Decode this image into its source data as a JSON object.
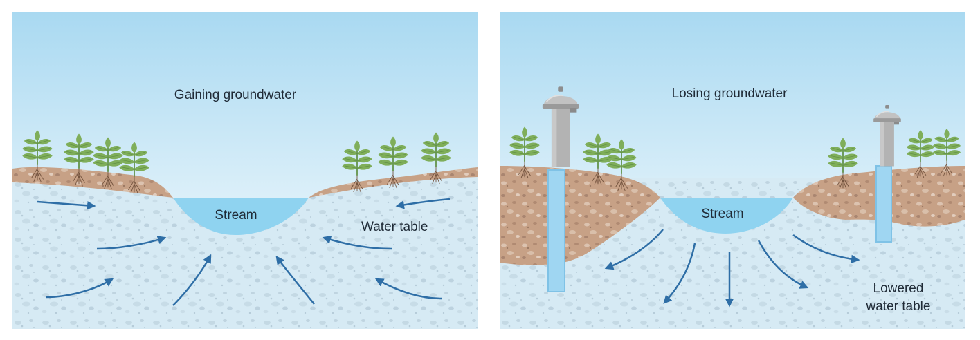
{
  "panels": [
    {
      "title": "Gaining groundwater",
      "stream_label": "Stream",
      "water_table_label": "Water table"
    },
    {
      "title": "Losing groundwater",
      "stream_label": "Stream",
      "water_table_label_line1": "Lowered",
      "water_table_label_line2": "water table"
    }
  ],
  "colors": {
    "sky_top": "#a9d9f1",
    "sky_bottom": "#ffffff",
    "groundwater": "#d6eaf4",
    "soil": "#c9a48d",
    "stream": "#8fd3f0",
    "arrow": "#2e6ea6",
    "plant": "#7fae5a",
    "well_water": "#9fd6f2",
    "pump": "#a8a8a8"
  },
  "icons": [
    "plant-icon",
    "pump-icon",
    "flow-arrow-icon"
  ]
}
